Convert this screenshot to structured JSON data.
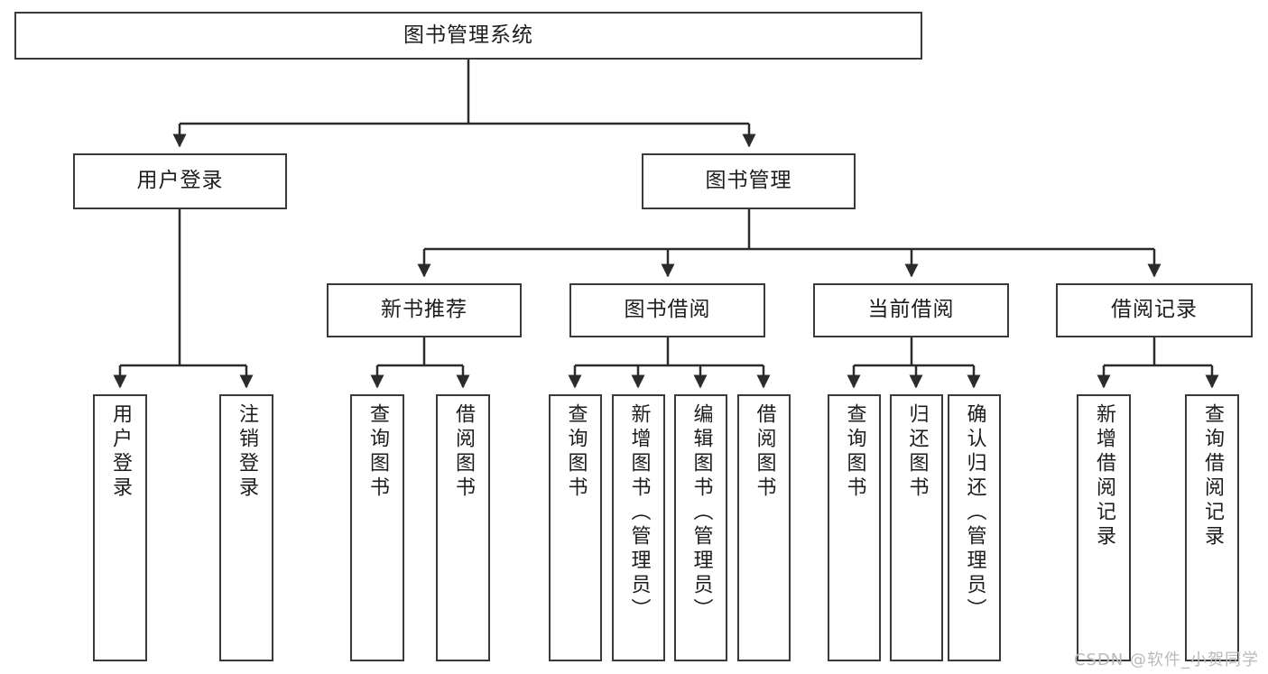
{
  "diagram": {
    "title": "图书管理系统",
    "type": "tree-hierarchy",
    "watermark": "CSDN @软件_小贺同学",
    "colors": {
      "border": "#3a3a3a",
      "background": "#ffffff",
      "text": "#1d1d1d",
      "edge": "#2b2b2b",
      "watermark": "#b9b9b9"
    },
    "nodes": {
      "root": {
        "label": "图书管理系统"
      },
      "level2": [
        {
          "id": "user-login",
          "label": "用户登录"
        },
        {
          "id": "book-management",
          "label": "图书管理"
        }
      ],
      "level3": [
        {
          "id": "new-book-recommend",
          "label": "新书推荐"
        },
        {
          "id": "book-borrow",
          "label": "图书借阅"
        },
        {
          "id": "current-borrow",
          "label": "当前借阅"
        },
        {
          "id": "borrow-record",
          "label": "借阅记录"
        }
      ],
      "leaves": {
        "user_login": [
          {
            "id": "leaf-user-login",
            "label": "用户登录"
          },
          {
            "id": "leaf-user-logout",
            "label": "注销登录"
          }
        ],
        "new_book_recommend": [
          {
            "id": "leaf-query-book-1",
            "label": "查询图书"
          },
          {
            "id": "leaf-borrow-book-1",
            "label": "借阅图书"
          }
        ],
        "book_borrow": [
          {
            "id": "leaf-query-book-2",
            "label": "查询图书"
          },
          {
            "id": "leaf-add-book",
            "label": "新增图书（管理员）"
          },
          {
            "id": "leaf-edit-book",
            "label": "编辑图书（管理员）"
          },
          {
            "id": "leaf-borrow-book-2",
            "label": "借阅图书"
          }
        ],
        "current_borrow": [
          {
            "id": "leaf-query-book-3",
            "label": "查询图书"
          },
          {
            "id": "leaf-return-book",
            "label": "归还图书"
          },
          {
            "id": "leaf-confirm-return",
            "label": "确认归还（管理员）"
          }
        ],
        "borrow_record": [
          {
            "id": "leaf-add-record",
            "label": "新增借阅记录"
          },
          {
            "id": "leaf-query-record",
            "label": "查询借阅记录"
          }
        ]
      }
    }
  }
}
